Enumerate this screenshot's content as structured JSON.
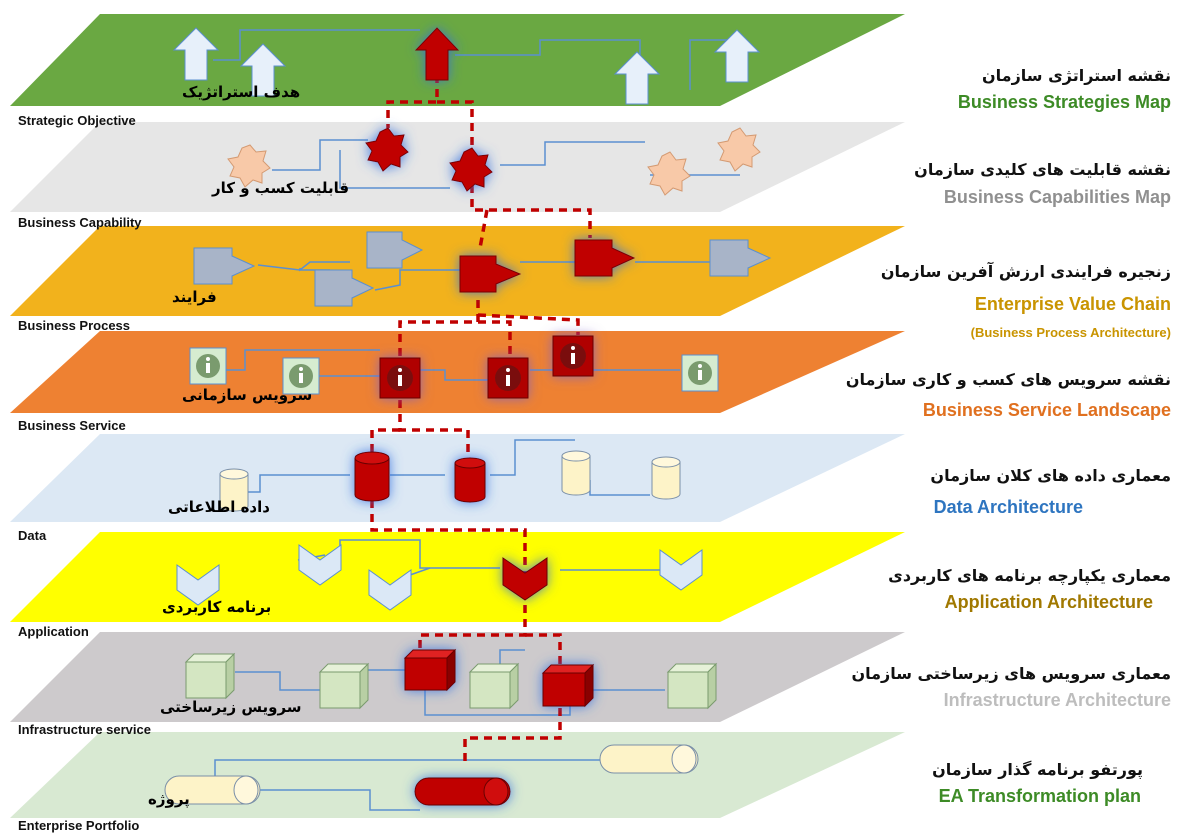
{
  "layers": [
    {
      "fa_label": "هدف استراتژیک",
      "en_label": "Strategic Objective",
      "right_fa": "نقشه استراتژی سازمان",
      "right_en": "Business Strategies Map",
      "right_sub": "",
      "color": "#6aa842",
      "accent": "#3d8b26",
      "icon": "up-arrow-icon"
    },
    {
      "fa_label": "قابلیت کسب و کار",
      "en_label": "Business Capability",
      "right_fa": "نقشه قابلیت های کلیدی سازمان",
      "right_en": "Business Capabilities Map",
      "right_sub": "",
      "color": "#e6e6e6",
      "accent": "#909090",
      "icon": "star-icon"
    },
    {
      "fa_label": "فرایند",
      "en_label": "Business Process",
      "right_fa": "زنجیره فرایندی ارزش آفرین سازمان",
      "right_en": "Enterprise Value Chain",
      "right_sub": "(Business Process Architecture)",
      "color": "#f2b21c",
      "accent": "#c99400",
      "icon": "process-chevron-icon"
    },
    {
      "fa_label": "سرویس سازمانی",
      "en_label": "Business Service",
      "right_fa": "نقشه سرویس های کسب و کاری سازمان",
      "right_en": "Business Service Landscape",
      "right_sub": "",
      "color": "#ee8132",
      "accent": "#e0701f",
      "icon": "info-icon"
    },
    {
      "fa_label": "داده اطلاعاتی",
      "en_label": "Data",
      "right_fa": "معماری داده های کلان سازمان",
      "right_en": "Data Architecture",
      "right_sub": "",
      "color": "#dce8f4",
      "accent": "#2e75c0",
      "icon": "cylinder-icon"
    },
    {
      "fa_label": "برنامه کاربردی",
      "en_label": "Application",
      "right_fa": "معماری یکپارچه برنامه های کاربردی",
      "right_en": "Application Architecture",
      "right_sub": "",
      "color": "#ffff00",
      "accent": "#a07800",
      "icon": "chevron-down-icon"
    },
    {
      "fa_label": "سرویس زیرساختی",
      "en_label": "Infrastructure service",
      "right_fa": "معماری سرویس های زیرساختی سازمان",
      "right_en": "Infrastructure Architecture",
      "right_sub": "",
      "color": "#cdcacc",
      "accent": "#bdbdbd",
      "icon": "cube-icon"
    },
    {
      "fa_label": "پروژه",
      "en_label": "Enterprise Portfolio",
      "right_fa": "پورتفو برنامه گذار سازمان",
      "right_en": "EA Transformation plan",
      "right_sub": "",
      "color": "#d8e9d2",
      "accent": "#3d8b26",
      "icon": "pipe-icon"
    }
  ]
}
